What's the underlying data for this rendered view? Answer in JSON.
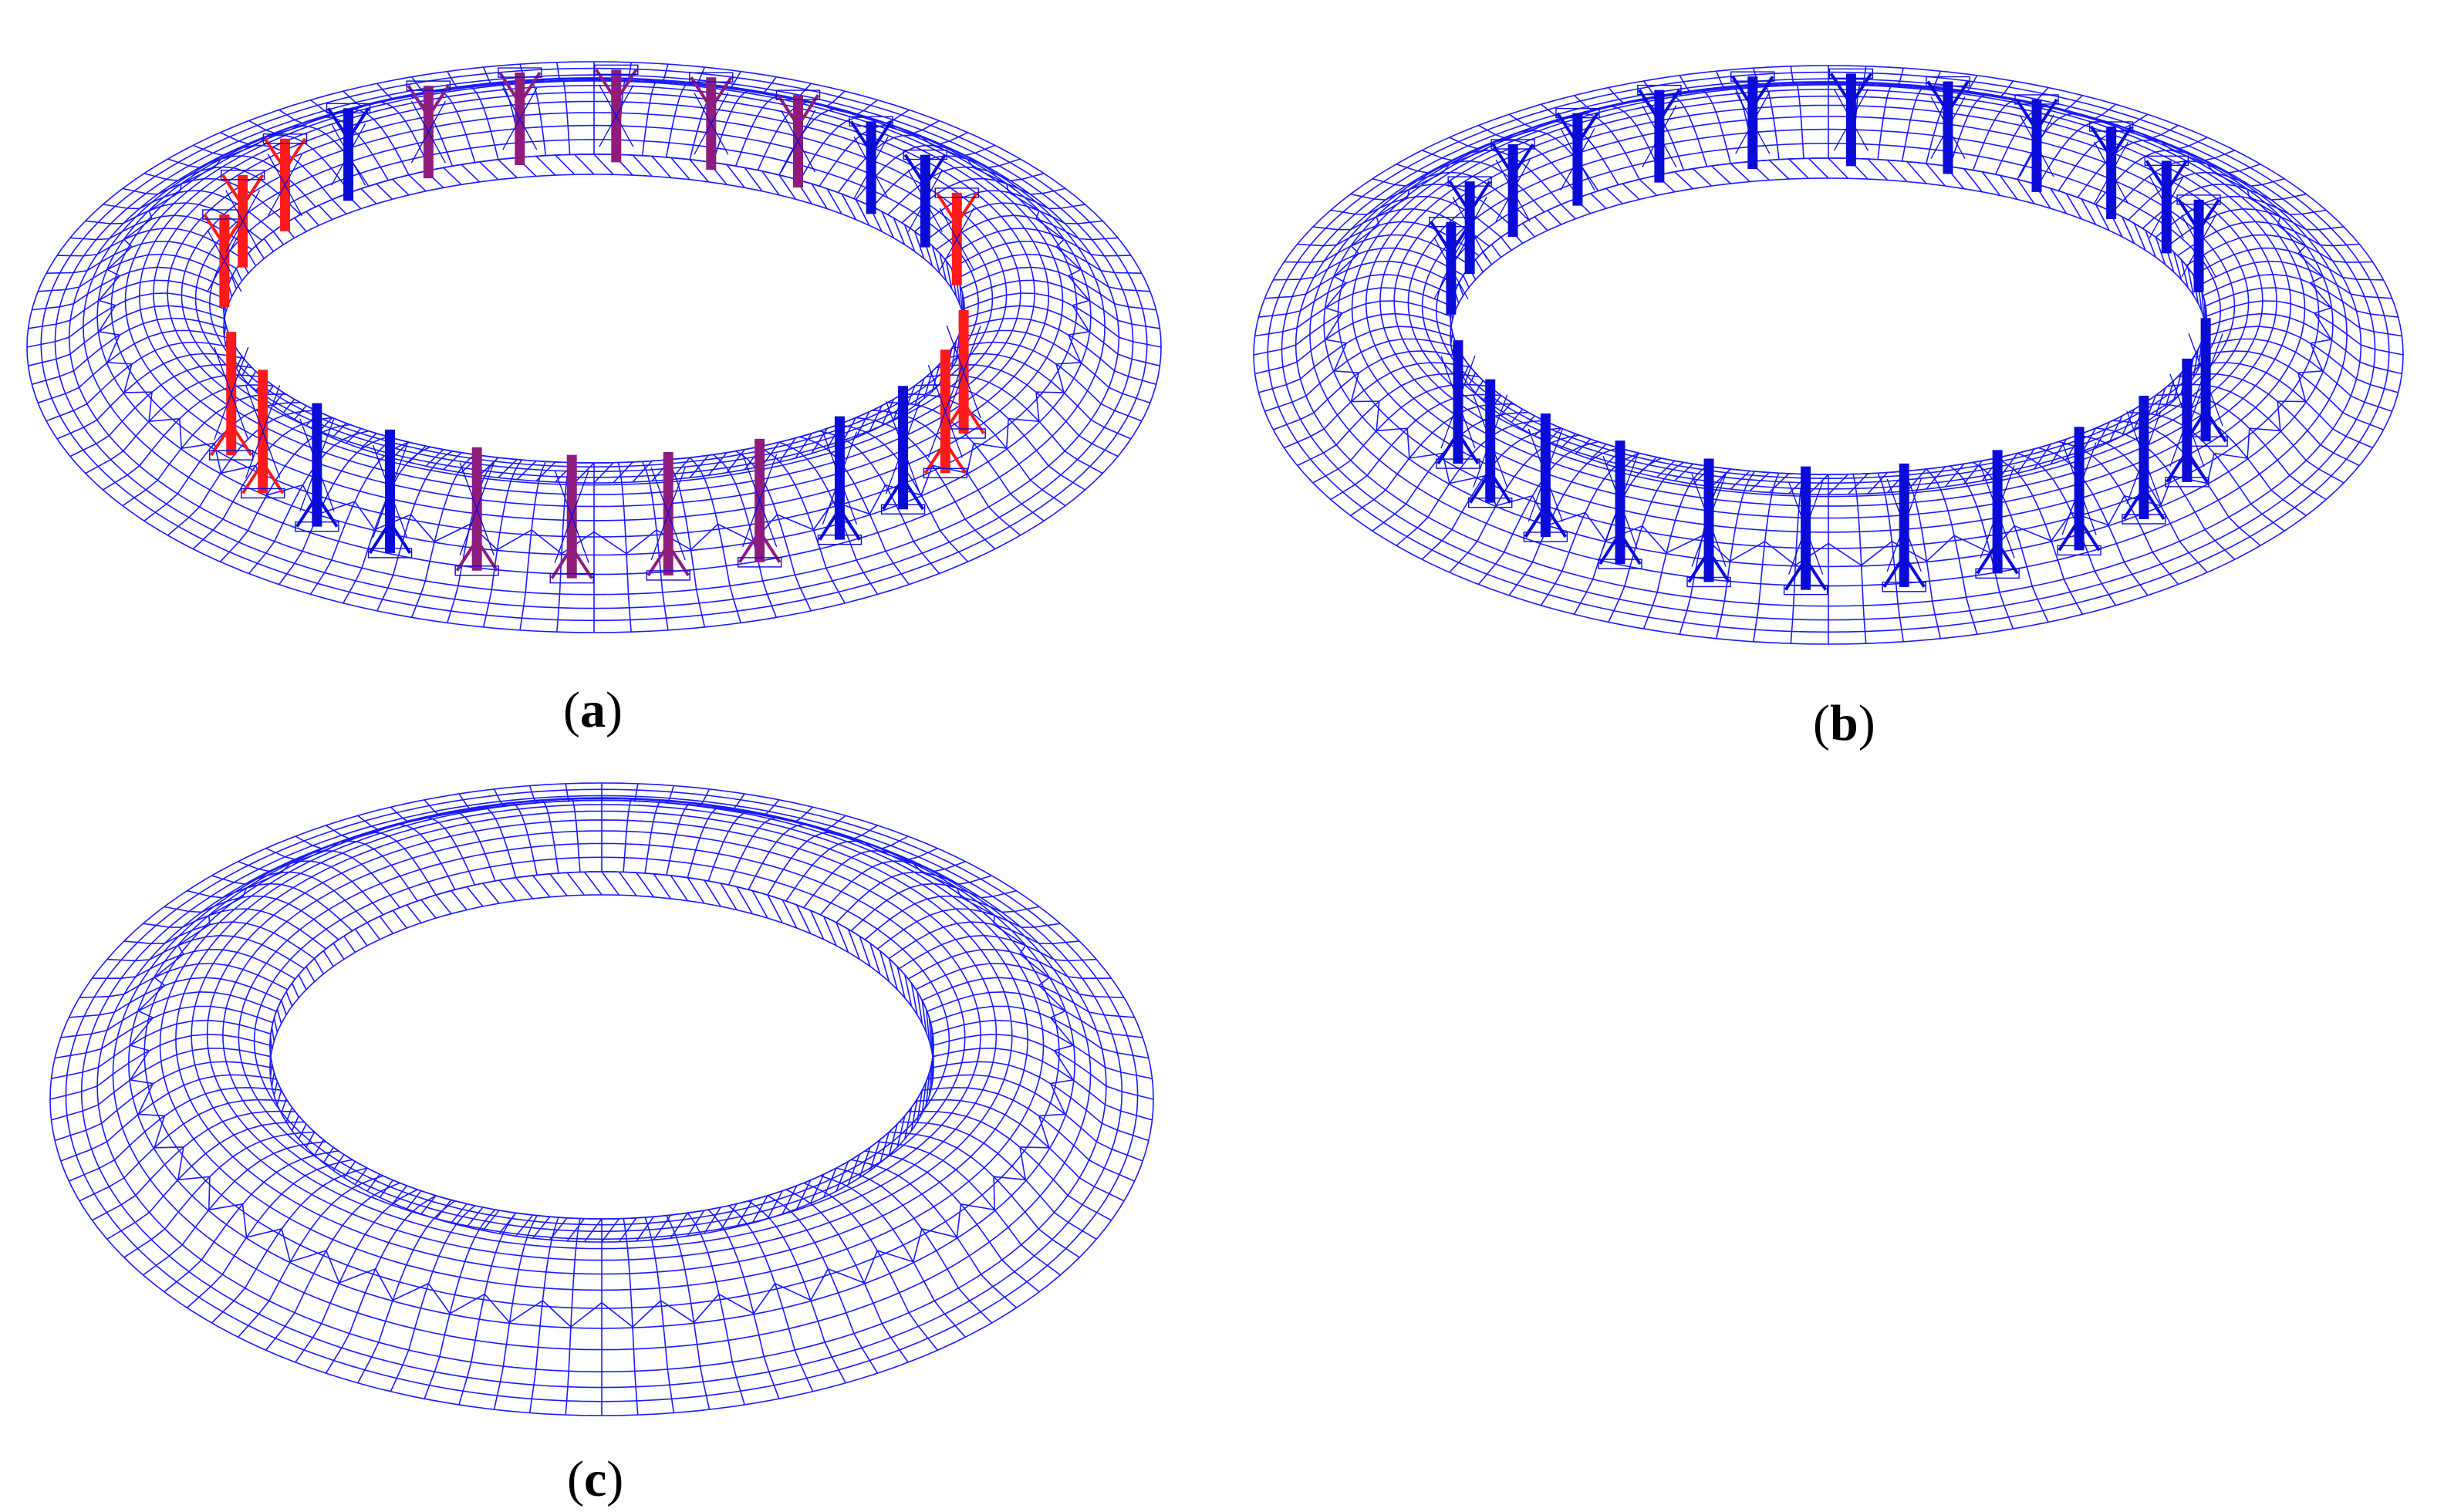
{
  "colors": {
    "mesh": "#1a1aff",
    "column_blue": "#0b0bd8",
    "removed_red": "#ff1a1a",
    "removed_purple": "#8e1c7c",
    "background": "#ffffff"
  },
  "panels": [
    {
      "id": "a",
      "caption_open": "(",
      "caption_letter": "a",
      "caption_close": ")",
      "columns_shown": true,
      "highlighted_members": true
    },
    {
      "id": "b",
      "caption_open": "(",
      "caption_letter": "b",
      "caption_close": ")",
      "columns_shown": true,
      "highlighted_members": false
    },
    {
      "id": "c",
      "caption_open": "(",
      "caption_letter": "c",
      "caption_close": ")",
      "columns_shown": false,
      "highlighted_members": false
    }
  ]
}
